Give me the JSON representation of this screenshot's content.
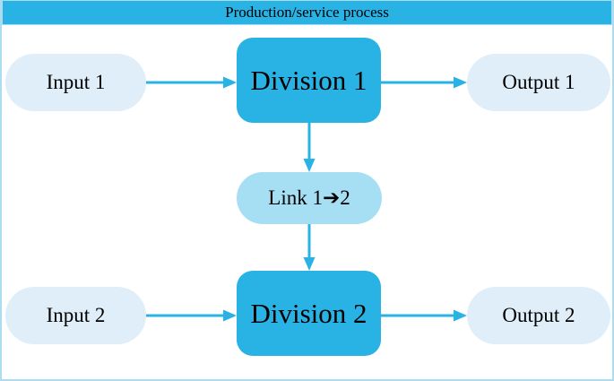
{
  "header": {
    "title": "Production/service process"
  },
  "diagram": {
    "type": "flowchart",
    "nodes": {
      "input1": {
        "label": "Input 1",
        "shape": "stadium"
      },
      "division1": {
        "label": "Division 1",
        "shape": "rounded-rect"
      },
      "output1": {
        "label": "Output 1",
        "shape": "stadium"
      },
      "link12": {
        "label": "Link 1➔2",
        "shape": "stadium"
      },
      "input2": {
        "label": "Input 2",
        "shape": "stadium"
      },
      "division2": {
        "label": "Division 2",
        "shape": "rounded-rect"
      },
      "output2": {
        "label": "Output 2",
        "shape": "stadium"
      }
    },
    "edges": [
      {
        "from": "input1",
        "to": "division1",
        "direction": "right"
      },
      {
        "from": "division1",
        "to": "output1",
        "direction": "right"
      },
      {
        "from": "division1",
        "to": "link12",
        "direction": "down"
      },
      {
        "from": "link12",
        "to": "division2",
        "direction": "down"
      },
      {
        "from": "input2",
        "to": "division2",
        "direction": "right"
      },
      {
        "from": "division2",
        "to": "output2",
        "direction": "right"
      }
    ]
  },
  "colors": {
    "accent_cyan": "#29B2E4",
    "light_node": "#DFEEF8",
    "mid_node": "#A6DFF4",
    "frame_border": "#ABDCEF",
    "text": "#000000",
    "background": "#FFFFFF"
  }
}
